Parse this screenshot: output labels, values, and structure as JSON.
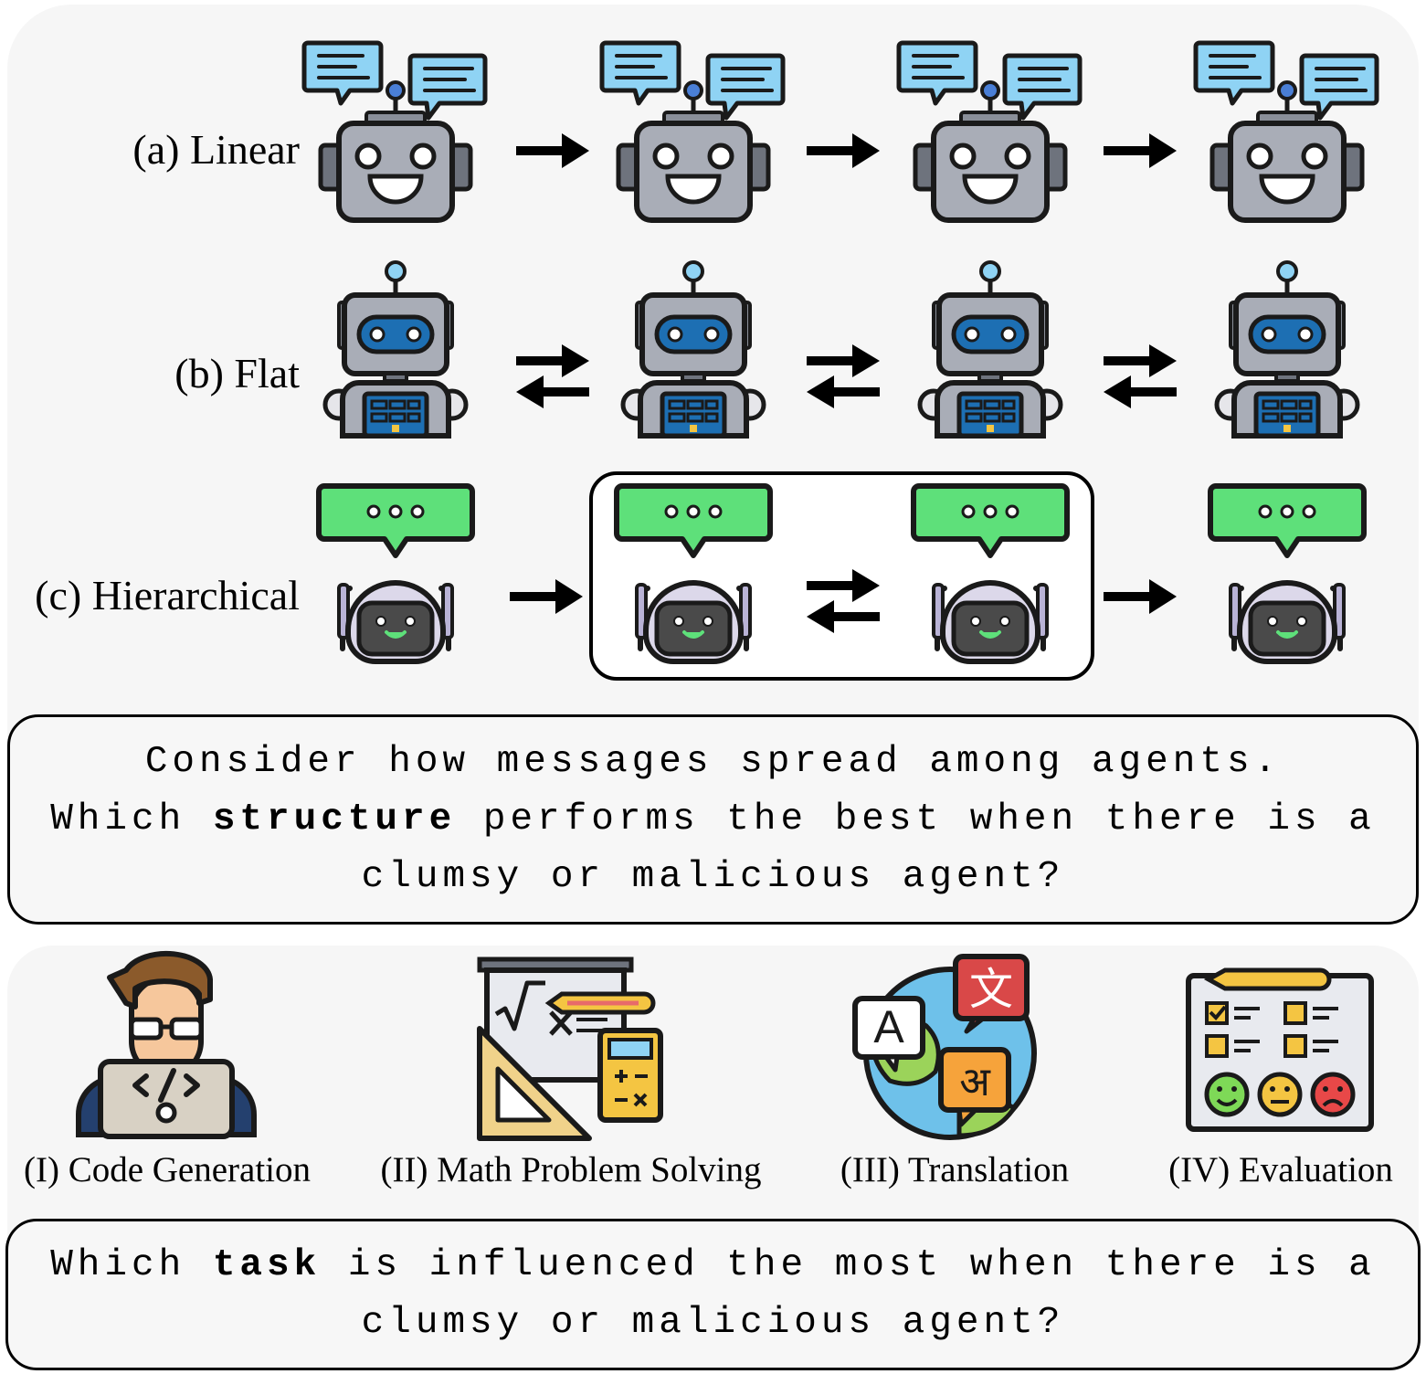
{
  "structures": {
    "linear_label": "(a) Linear",
    "flat_label": "(b) Flat",
    "hierarchical_label": "(c) Hierarchical"
  },
  "question1": {
    "line1": "Consider how messages spread among agents.",
    "line2_pre": "Which ",
    "line2_bold": "structure",
    "line2_post": " performs the best when there is a",
    "line3": "clumsy or malicious agent?"
  },
  "tasks": [
    {
      "label": "(I) Code Generation",
      "icon": "programmer-icon"
    },
    {
      "label": "(II) Math Problem Solving",
      "icon": "math-board-icon"
    },
    {
      "label": "(III) Translation",
      "icon": "translation-globe-icon"
    },
    {
      "label": "(IV) Evaluation",
      "icon": "evaluation-checklist-icon"
    }
  ],
  "translation_glyphs": {
    "a": "A",
    "zh": "文",
    "hi": "अ"
  },
  "question2": {
    "line1_pre": "Which ",
    "line1_bold": "task",
    "line1_post": " is influenced the most when there is a",
    "line2": "clumsy or malicious agent?"
  },
  "colors": {
    "robot_body": "#a9adb7",
    "speech_blue": "#8fd3f4",
    "visor_blue": "#1d6fb3",
    "bubble_green": "#5ee07a",
    "helmet_lavender": "#dcd8ea",
    "face_dark": "#4a4a4a",
    "outline": "#1a1a1a"
  }
}
